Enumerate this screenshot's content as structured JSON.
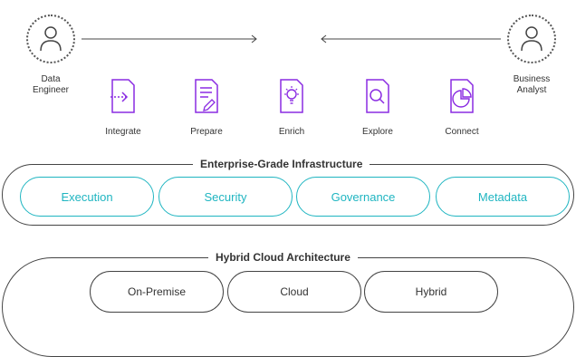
{
  "personas": {
    "left": {
      "label_line1": "Data",
      "label_line2": "Engineer",
      "icon": "user-icon"
    },
    "right": {
      "label_line1": "Business",
      "label_line2": "Analyst",
      "icon": "user-icon"
    }
  },
  "tools": [
    {
      "label": "Integrate",
      "icon": "integrate-icon"
    },
    {
      "label": "Prepare",
      "icon": "prepare-icon"
    },
    {
      "label": "Enrich",
      "icon": "enrich-icon"
    },
    {
      "label": "Explore",
      "icon": "explore-icon"
    },
    {
      "label": "Connect",
      "icon": "connect-icon"
    }
  ],
  "infrastructure": {
    "title": "Enterprise-Grade Infrastructure",
    "items": [
      "Execution",
      "Security",
      "Governance",
      "Metadata"
    ]
  },
  "cloud": {
    "title": "Hybrid Cloud Architecture",
    "items": [
      "On-Premise",
      "Cloud",
      "Hybrid"
    ]
  },
  "colors": {
    "accent_purple": "#8a2be2",
    "accent_teal": "#1fb5c1",
    "line": "#444444"
  }
}
